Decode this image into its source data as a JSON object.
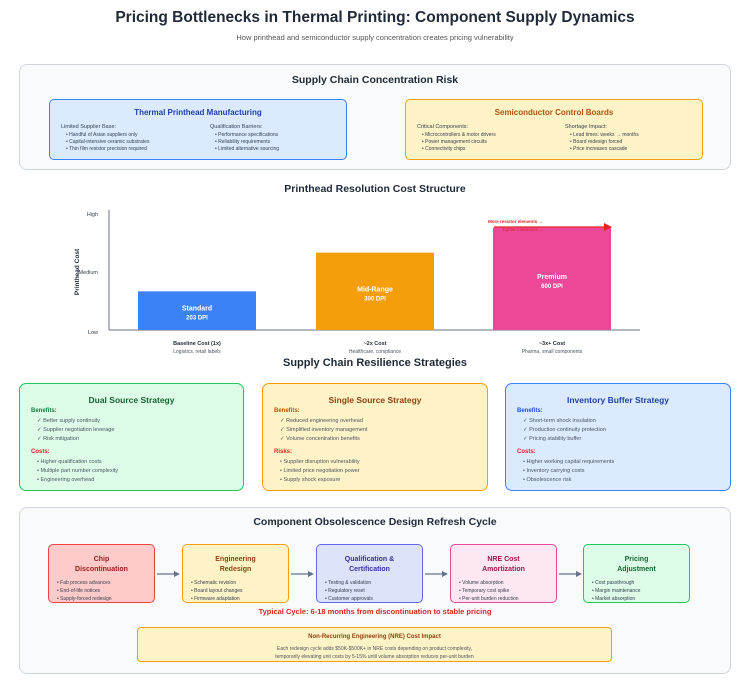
{
  "header": {
    "title": "Pricing Bottlenecks in Thermal Printing: Component Supply Dynamics",
    "subtitle": "How printhead and semiconductor supply concentration creates pricing vulnerability"
  },
  "supply_risk": {
    "title": "Supply Chain Concentration Risk",
    "thermal": {
      "title": "Thermal Printhead Manufacturing",
      "col1_title": "Limited Supplier Base:",
      "col1_items": [
        "Handful of Asian suppliers only",
        "Capital-intensive ceramic substrates",
        "Thin film resistor precision required"
      ],
      "col2_title": "Qualification Barriers:",
      "col2_items": [
        "Performance specifications",
        "Reliability requirements",
        "Limited alternative sourcing"
      ]
    },
    "semi": {
      "title": "Semiconductor Control Boards",
      "col1_title": "Critical Components:",
      "col1_items": [
        "Microcontrollers & motor drivers",
        "Power management circuits",
        "Connectivity chips"
      ],
      "col2_title": "Shortage Impact:",
      "col2_items": [
        "Lead times: weeks → months",
        "Board redesign forced",
        "Price increases cascade"
      ]
    }
  },
  "resolution": {
    "title": "Printhead Resolution Cost Structure",
    "ylabel": "Printhead Cost",
    "yticks": [
      "High",
      "Medium",
      "Low"
    ],
    "annotations": [
      "More resistor elements →",
      "Tighter tolerances →"
    ]
  },
  "chart_data": {
    "type": "bar",
    "title": "Printhead Resolution Cost Structure",
    "ylabel": "Printhead Cost",
    "ylim": [
      0,
      3
    ],
    "yticks": [
      "Low",
      "Medium",
      "High"
    ],
    "categories": [
      "Standard",
      "Mid-Range",
      "Premium"
    ],
    "dpi_labels": [
      "203 DPI",
      "300 DPI",
      "600 DPI"
    ],
    "values": [
      1,
      2,
      2.65
    ],
    "colors": [
      "#3b82f6",
      "#f59e0b",
      "#ec4899"
    ],
    "cost_labels": [
      "Baseline Cost (1x)",
      "~2x Cost",
      "~3x+ Cost"
    ],
    "use_labels": [
      "Logistics, retail labels",
      "Healthcare, compliance",
      "Pharma, small components"
    ]
  },
  "strategies": {
    "title": "Supply Chain Resilience Strategies",
    "dual": {
      "title": "Dual Source Strategy",
      "benefits_title": "Benefits:",
      "benefits": [
        "Better supply continuity",
        "Supplier negotiation leverage",
        "Risk mitigation"
      ],
      "second_title": "Costs:",
      "second": [
        "Higher qualification costs",
        "Multiple part number complexity",
        "Engineering overhead"
      ]
    },
    "single": {
      "title": "Single Source Strategy",
      "benefits_title": "Benefits:",
      "benefits": [
        "Reduced engineering overhead",
        "Simplified inventory management",
        "Volume concentration benefits"
      ],
      "second_title": "Risks:",
      "second": [
        "Supplier disruption vulnerability",
        "Limited price negotiation power",
        "Supply shock exposure"
      ]
    },
    "buffer": {
      "title": "Inventory Buffer Strategy",
      "benefits_title": "Benefits:",
      "benefits": [
        "Short-term shock insulation",
        "Production continuity protection",
        "Pricing stability buffer"
      ],
      "second_title": "Costs:",
      "second": [
        "Higher working capital requirements",
        "Inventory carrying costs",
        "Obsolescence risk"
      ]
    }
  },
  "cycle": {
    "title": "Component Obsolescence Design Refresh Cycle",
    "steps": [
      {
        "title1": "Chip",
        "title2": "Discontinuation",
        "items": [
          "Fab process advances",
          "End-of-life notices",
          "Supply-forced redesign"
        ]
      },
      {
        "title1": "Engineering",
        "title2": "Redesign",
        "items": [
          "Schematic revision",
          "Board layout changes",
          "Firmware adaptation"
        ]
      },
      {
        "title1": "Qualification &",
        "title2": "Certification",
        "items": [
          "Testing & validation",
          "Regulatory reset",
          "Customer approvals"
        ]
      },
      {
        "title1": "NRE Cost",
        "title2": "Amortization",
        "items": [
          "Volume absorption",
          "Temporary cost spike",
          "Per-unit burden reduction"
        ]
      },
      {
        "title1": "Pricing",
        "title2": "Adjustment",
        "items": [
          "Cost passthrough",
          "Margin maintenance",
          "Market absorption"
        ]
      }
    ],
    "typical": "Typical Cycle: 6-18 months from discontinuation to stable pricing",
    "nre_title": "Non-Recurring Engineering (NRE) Cost Impact",
    "nre_line1": "Each redesign cycle adds $50K-$500K+ in NRE costs depending on product complexity,",
    "nre_line2": "temporarily elevating unit costs by 5-15% until volume absorption reduces per-unit burden"
  },
  "icons": {
    "check": "✓",
    "bullet": "•"
  }
}
